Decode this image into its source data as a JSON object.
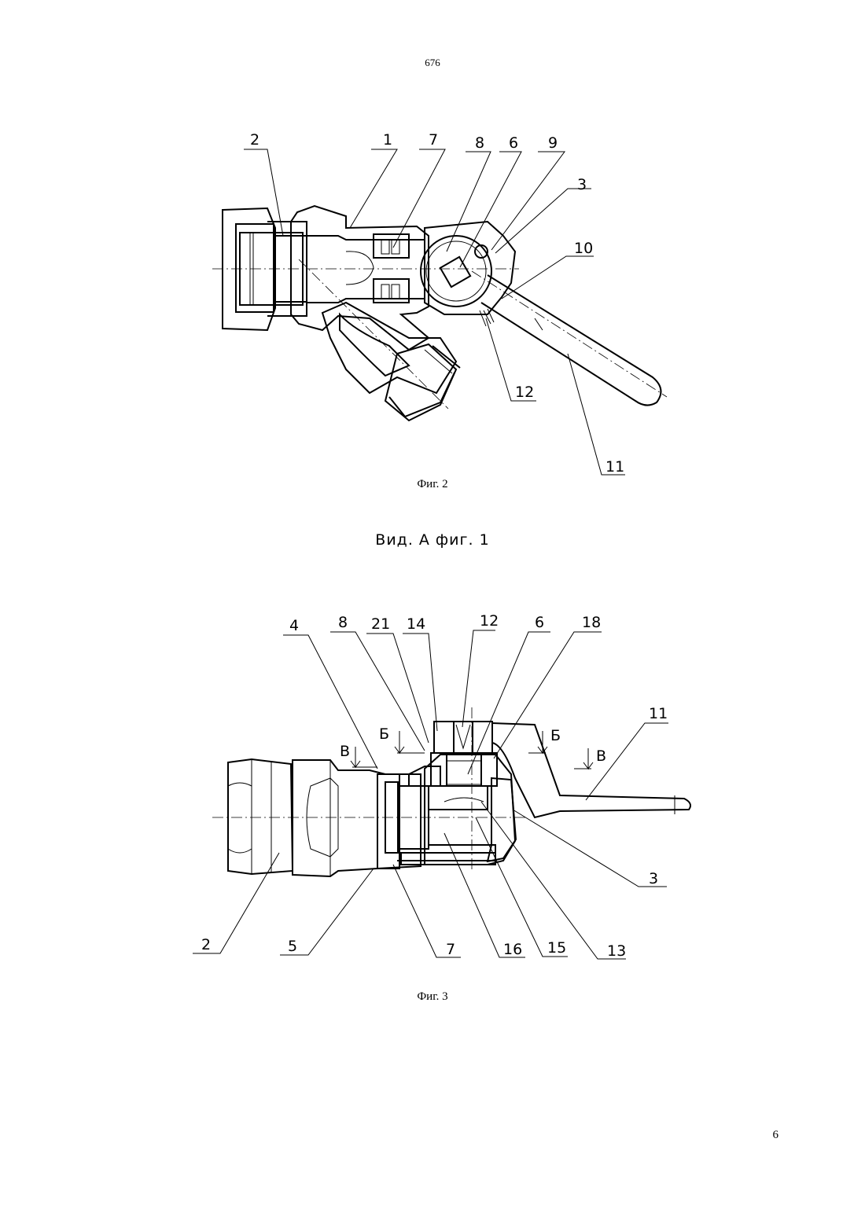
{
  "page": {
    "top_number": "676",
    "bottom_number": "6"
  },
  "fig2": {
    "caption": "Фиг. 2",
    "labels": {
      "l1": "1",
      "l2": "2",
      "l3": "3",
      "l6": "6",
      "l7": "7",
      "l8": "8",
      "l9": "9",
      "l10": "10",
      "l11": "11",
      "l12": "12"
    }
  },
  "view_title": "Вид. А фиг. 1",
  "fig3": {
    "caption": "Фиг. 3",
    "labels": {
      "l2": "2",
      "l3": "3",
      "l4": "4",
      "l5": "5",
      "l6": "6",
      "l7": "7",
      "l8": "8",
      "l11": "11",
      "l12": "12",
      "l13": "13",
      "l14": "14",
      "l15": "15",
      "l16": "16",
      "l18": "18",
      "l21": "21"
    },
    "section_marks": {
      "b1": "Б",
      "b2": "Б",
      "v1": "В",
      "v2": "В"
    }
  }
}
